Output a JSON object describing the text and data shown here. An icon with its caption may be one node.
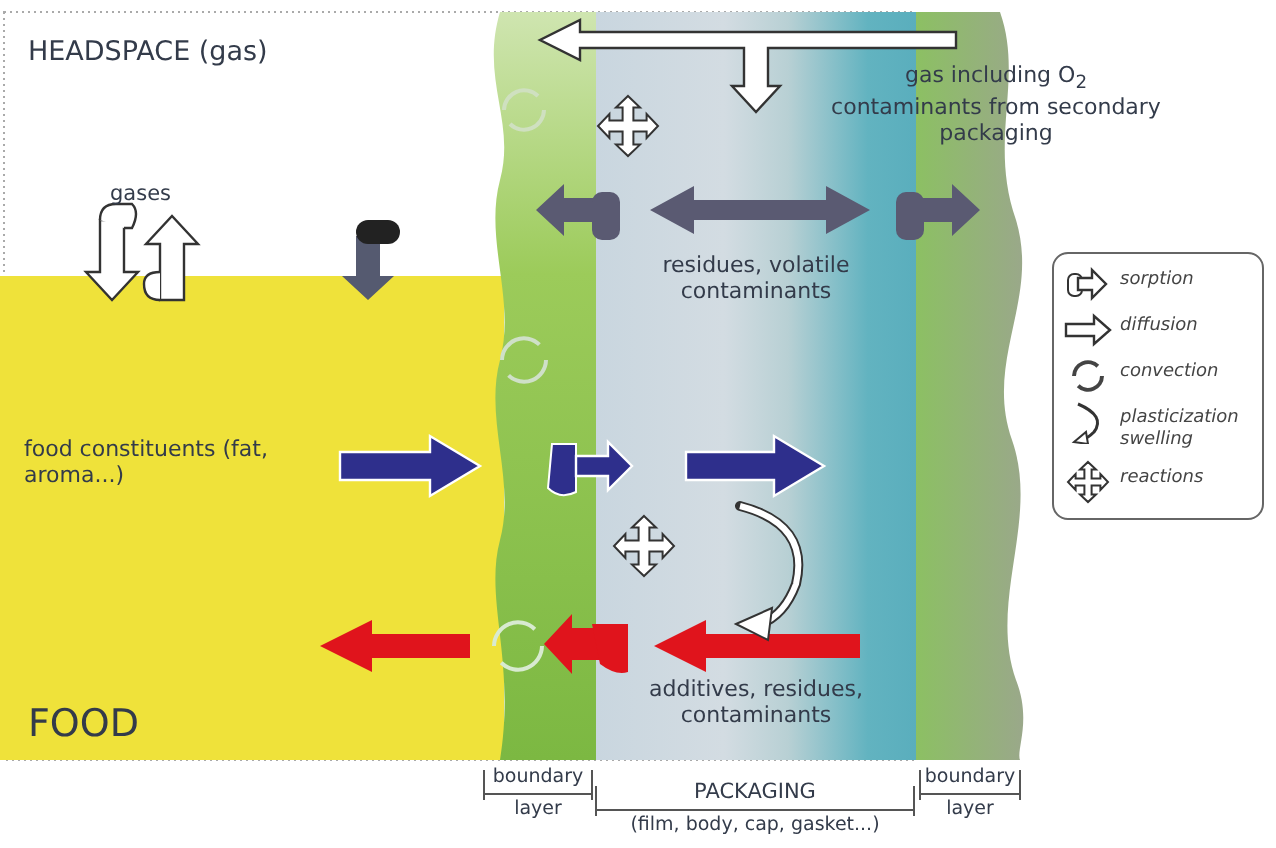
{
  "diagram": {
    "labels": [
      "HEADSPACE (gas)",
      "gas including O$_{2}$ contaminants from secondary packaging",
      "gases",
      "residues, volatile contaminants",
      "food constituents (fat, aroma...)",
      "additives, residues, contaminants",
      "FOOD",
      "boundary",
      "layer",
      "PACKAGING",
      "(film, body, cap, gasket...)",
      "boundary",
      "layer"
    ],
    "legend": [
      {
        "text": "sorption"
      },
      {
        "text": "diffusion"
      },
      {
        "text": "convection"
      },
      {
        "text": "plasticization swelling"
      },
      {
        "text": "reactions"
      }
    ]
  }
}
